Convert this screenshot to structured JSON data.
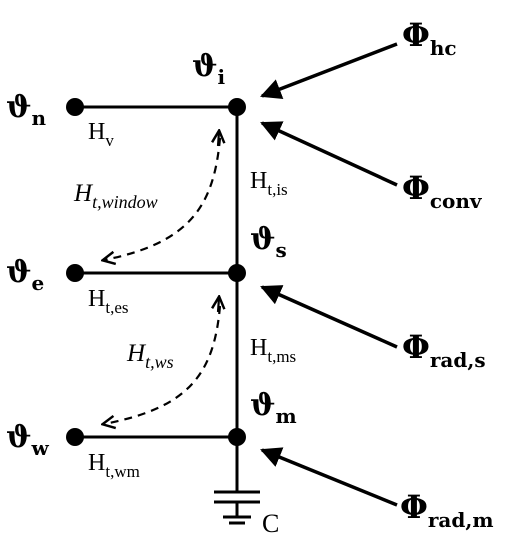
{
  "nodes": {
    "theta_i": {
      "symbol": "ϑ",
      "sub": "i"
    },
    "theta_s": {
      "symbol": "ϑ",
      "sub": "s"
    },
    "theta_m": {
      "symbol": "ϑ",
      "sub": "m"
    },
    "theta_n": {
      "symbol": "ϑ",
      "sub": "n"
    },
    "theta_e": {
      "symbol": "ϑ",
      "sub": "e"
    },
    "theta_w": {
      "symbol": "ϑ",
      "sub": "w"
    }
  },
  "conductances": {
    "h_v": {
      "symbol": "H",
      "sub": "v"
    },
    "h_t_is": {
      "symbol": "H",
      "sub": "t,is"
    },
    "h_t_es": {
      "symbol": "H",
      "sub": "t,es"
    },
    "h_t_ms": {
      "symbol": "H",
      "sub": "t,ms"
    },
    "h_t_wm": {
      "symbol": "H",
      "sub": "t,wm"
    },
    "h_window": {
      "symbol": "H",
      "sub": "t,window"
    },
    "h_ws": {
      "symbol": "H",
      "sub": "t,ws"
    }
  },
  "heat_flows": {
    "phi_hc": {
      "symbol": "Φ",
      "sub": "hc"
    },
    "phi_conv": {
      "symbol": "Φ",
      "sub": "conv"
    },
    "phi_rad_s": {
      "symbol": "Φ",
      "sub": "rad,s"
    },
    "phi_rad_m": {
      "symbol": "Φ",
      "sub": "rad,m"
    }
  },
  "capacitance": {
    "label": "C"
  }
}
